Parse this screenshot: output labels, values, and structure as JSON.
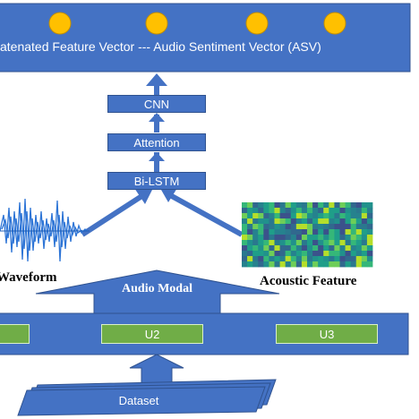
{
  "asv_bar": {
    "label": "atenated Feature Vector --- Audio Sentiment Vector (ASV)",
    "dot_count": 4
  },
  "model_stack": {
    "top": "CNN",
    "middle": "Attention",
    "bottom": "Bi-LSTM"
  },
  "waveform": {
    "label": "Waveform"
  },
  "acoustic": {
    "label": "Acoustic Feature"
  },
  "audio_modal": {
    "label": "Audio Modal"
  },
  "utterances": {
    "u2": "U2",
    "u3": "U3"
  },
  "dataset": {
    "label": "Dataset"
  },
  "colors": {
    "blue": "#4472c4",
    "green": "#70ad47",
    "dot": "#ffc000"
  }
}
